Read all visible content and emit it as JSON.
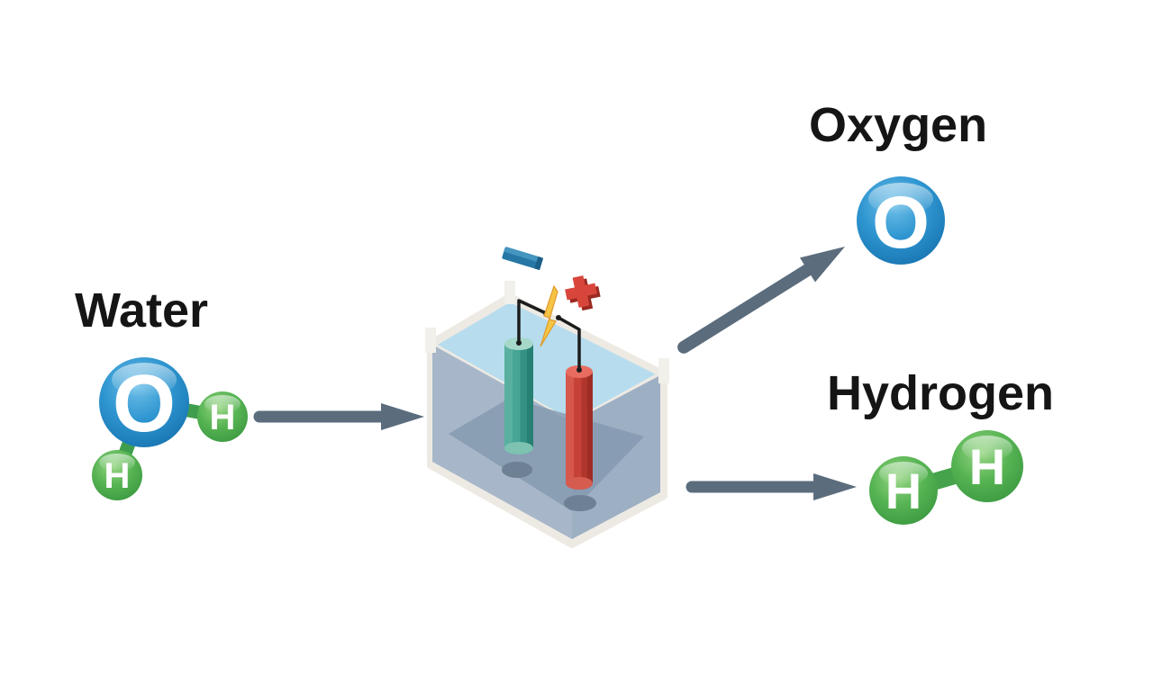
{
  "labels": {
    "water": "Water",
    "oxygen": "Oxygen",
    "hydrogen": "Hydrogen"
  },
  "molecules": {
    "water": {
      "name": "Water",
      "atoms": [
        {
          "symbol": "O",
          "color": "#2488c5"
        },
        {
          "symbol": "H",
          "color": "#4fae4d"
        },
        {
          "symbol": "H",
          "color": "#4fae4d"
        }
      ]
    },
    "oxygen": {
      "name": "Oxygen",
      "atoms": [
        {
          "symbol": "O",
          "color": "#2488c5"
        }
      ]
    },
    "hydrogen": {
      "name": "Hydrogen",
      "atoms": [
        {
          "symbol": "H",
          "color": "#4fae4d"
        },
        {
          "symbol": "H",
          "color": "#4fae4d"
        }
      ]
    }
  },
  "apparatus": {
    "type": "electrolysis-tank",
    "electrodes": [
      {
        "name": "cathode",
        "polarity": "−",
        "color": "#42a091"
      },
      {
        "name": "anode",
        "polarity": "+",
        "color": "#c64238"
      }
    ],
    "power_indicator": "lightning-bolt"
  },
  "flow": [
    {
      "from": "Water",
      "to": "electrolysis-tank"
    },
    {
      "from": "electrolysis-tank",
      "to": "Oxygen"
    },
    {
      "from": "electrolysis-tank",
      "to": "Hydrogen"
    }
  ],
  "colors": {
    "background": "#ffffff",
    "label_text": "#151515",
    "arrow": "#5b6c7d",
    "oxygen_sphere": "#2488c5",
    "hydrogen_sphere": "#4fae4d",
    "water_surface": "#b6dcee",
    "tank_wall": "#a3b4c7",
    "tank_rim": "#edeae4",
    "lightning": "#f5c445",
    "minus_symbol": "#2677a5",
    "plus_symbol": "#d8463b",
    "wire": "#1c1c1c"
  }
}
